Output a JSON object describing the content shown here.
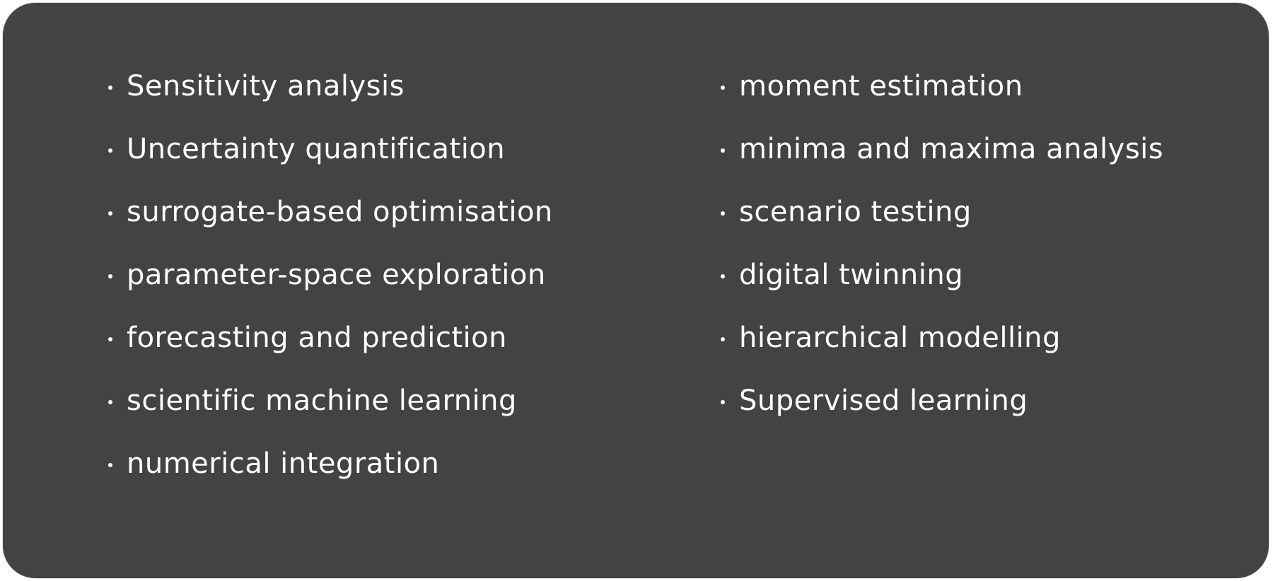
{
  "card": {
    "background": "#434343",
    "text_color": "#ffffff"
  },
  "left_column": {
    "items": [
      "Sensitivity analysis",
      "Uncertainty quantification",
      "surrogate-based optimisation",
      "parameter-space exploration",
      "forecasting and prediction",
      "scientific machine learning",
      "numerical integration"
    ]
  },
  "right_column": {
    "items": [
      "moment estimation",
      "minima and maxima analysis",
      "scenario testing",
      "digital twinning",
      "hierarchical modelling",
      "Supervised learning"
    ]
  }
}
